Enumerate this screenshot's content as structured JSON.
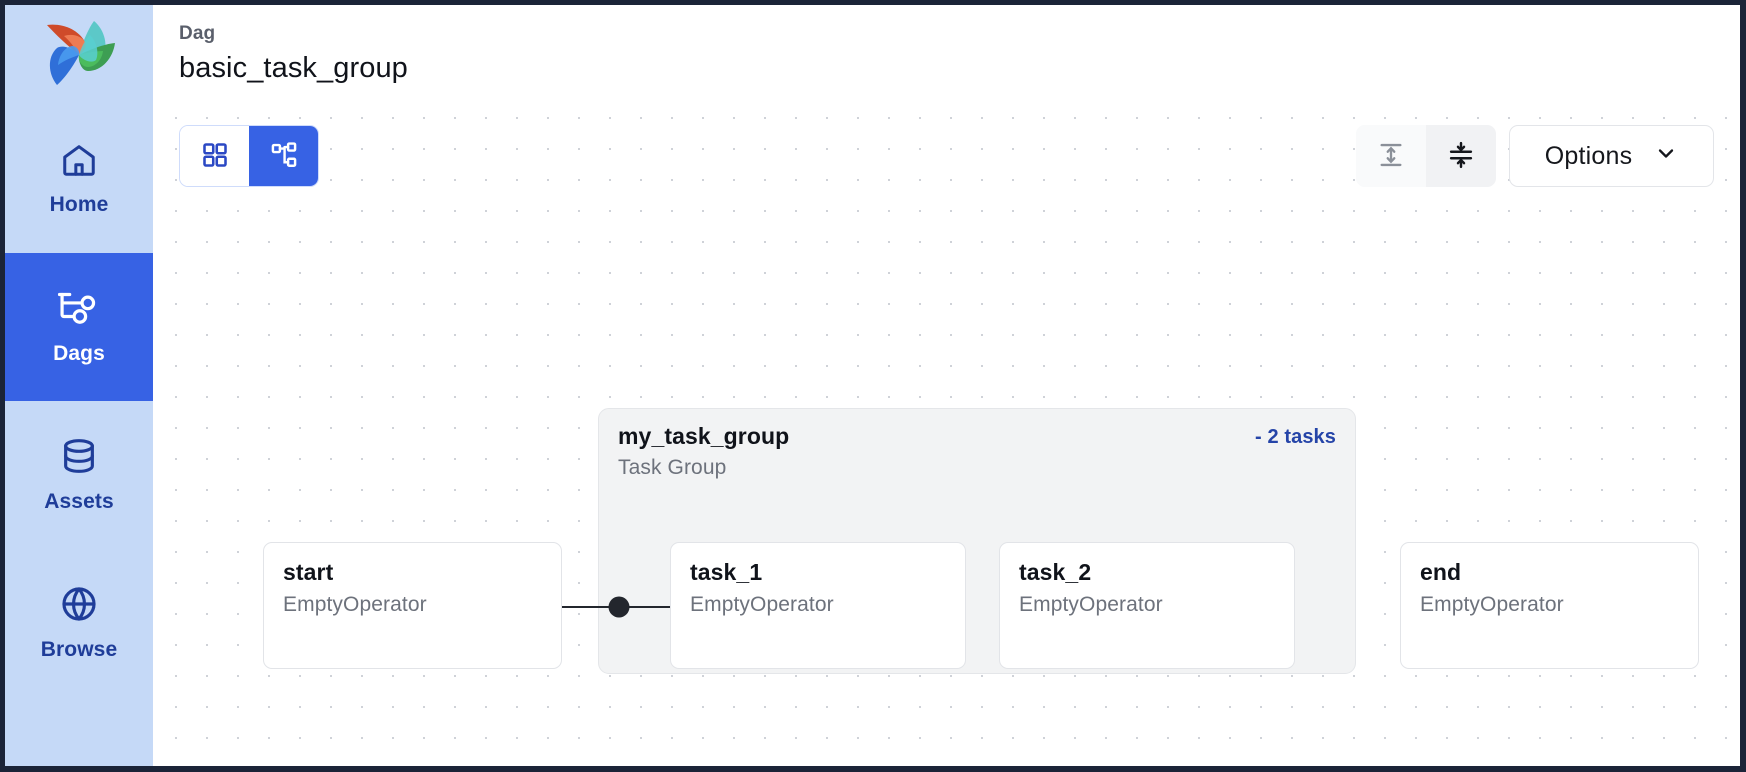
{
  "app": {
    "logo_icon": "airflow-pinwheel-logo"
  },
  "sidebar": {
    "items": [
      {
        "label": "Home",
        "icon": "home-icon",
        "active": false
      },
      {
        "label": "Dags",
        "icon": "dag-icon",
        "active": true
      },
      {
        "label": "Assets",
        "icon": "assets-icon",
        "active": false
      },
      {
        "label": "Browse",
        "icon": "globe-icon",
        "active": false
      }
    ]
  },
  "header": {
    "kicker": "Dag",
    "title": "basic_task_group"
  },
  "toolbar": {
    "view_toggle": [
      {
        "name": "grid-view",
        "icon": "grid-icon",
        "selected": false
      },
      {
        "name": "graph-view",
        "icon": "graph-icon",
        "selected": true
      }
    ],
    "layout_buttons": [
      {
        "name": "vertical-layout",
        "icon": "arrows-vertical-icon",
        "active": false
      },
      {
        "name": "horizontal-layout",
        "icon": "arrows-collapse-icon",
        "active": true
      }
    ],
    "options_label": "Options",
    "options_chevron": "chevron-down-icon"
  },
  "graph": {
    "task_group": {
      "title": "my_task_group",
      "subtitle": "Task Group",
      "count_label": "- 2 tasks"
    },
    "nodes": [
      {
        "id": "start",
        "title": "start",
        "subtitle": "EmptyOperator"
      },
      {
        "id": "task_1",
        "title": "task_1",
        "subtitle": "EmptyOperator"
      },
      {
        "id": "task_2",
        "title": "task_2",
        "subtitle": "EmptyOperator"
      },
      {
        "id": "end",
        "title": "end",
        "subtitle": "EmptyOperator"
      }
    ]
  },
  "colors": {
    "sidebar_bg": "#c5d9f7",
    "sidebar_active": "#3762e4",
    "sidebar_text": "#1f3d99",
    "accent": "#3762e4",
    "link": "#2544a8",
    "group_bg": "#f2f3f4",
    "frame": "#1b2438"
  }
}
